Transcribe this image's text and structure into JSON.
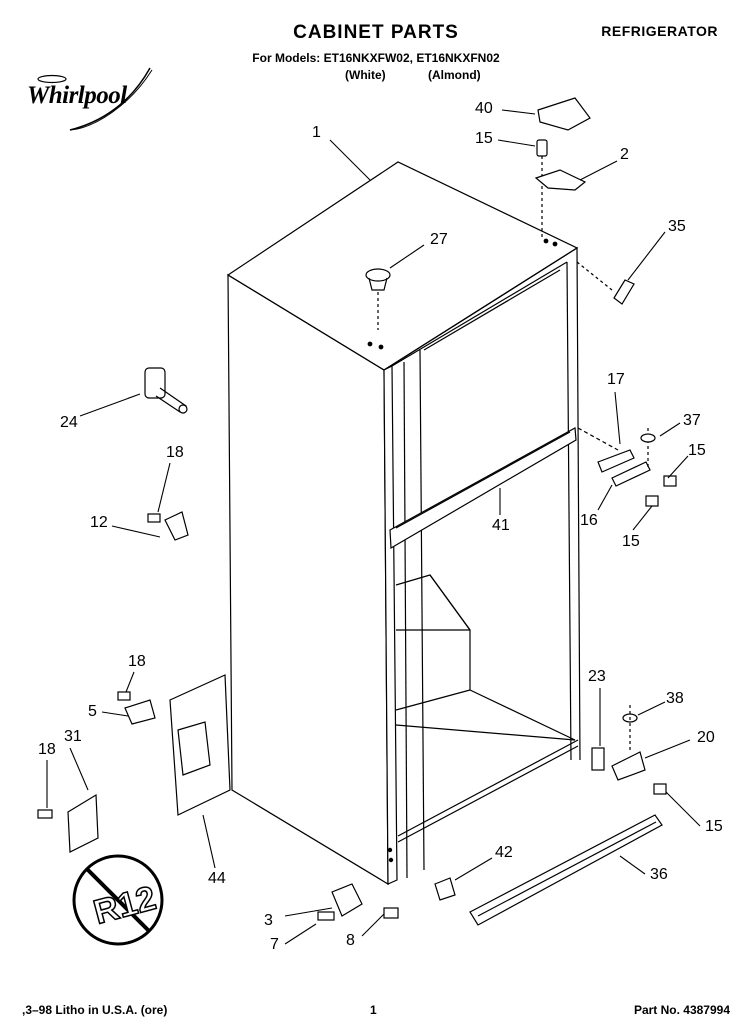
{
  "header": {
    "title": "CABINET PARTS",
    "category": "REFRIGERATOR",
    "models_line": "For Models: ET16NKXFW02, ET16NKXFN02",
    "color_white": "(White)",
    "color_almond": "(Almond)"
  },
  "brand": {
    "name": "Whirlpool"
  },
  "badge": {
    "text": "R12"
  },
  "callouts": [
    {
      "id": "c1",
      "label": "1"
    },
    {
      "id": "c40",
      "label": "40"
    },
    {
      "id": "c15a",
      "label": "15"
    },
    {
      "id": "c2",
      "label": "2"
    },
    {
      "id": "c27",
      "label": "27"
    },
    {
      "id": "c35",
      "label": "35"
    },
    {
      "id": "c24",
      "label": "24"
    },
    {
      "id": "c17",
      "label": "17"
    },
    {
      "id": "c37",
      "label": "37"
    },
    {
      "id": "c15b",
      "label": "15"
    },
    {
      "id": "c18a",
      "label": "18"
    },
    {
      "id": "c12",
      "label": "12"
    },
    {
      "id": "c41",
      "label": "41"
    },
    {
      "id": "c16",
      "label": "16"
    },
    {
      "id": "c15c",
      "label": "15"
    },
    {
      "id": "c18b",
      "label": "18"
    },
    {
      "id": "c5",
      "label": "5"
    },
    {
      "id": "c23",
      "label": "23"
    },
    {
      "id": "c38",
      "label": "38"
    },
    {
      "id": "c18c",
      "label": "18"
    },
    {
      "id": "c31",
      "label": "31"
    },
    {
      "id": "c20",
      "label": "20"
    },
    {
      "id": "c15d",
      "label": "15"
    },
    {
      "id": "c44",
      "label": "44"
    },
    {
      "id": "c42",
      "label": "42"
    },
    {
      "id": "c36",
      "label": "36"
    },
    {
      "id": "c3",
      "label": "3"
    },
    {
      "id": "c7",
      "label": "7"
    },
    {
      "id": "c8",
      "label": "8"
    }
  ],
  "footer": {
    "left": ",3–98 Litho in U.S.A. (ore)",
    "center": "1",
    "right": "Part No. 4387994"
  }
}
